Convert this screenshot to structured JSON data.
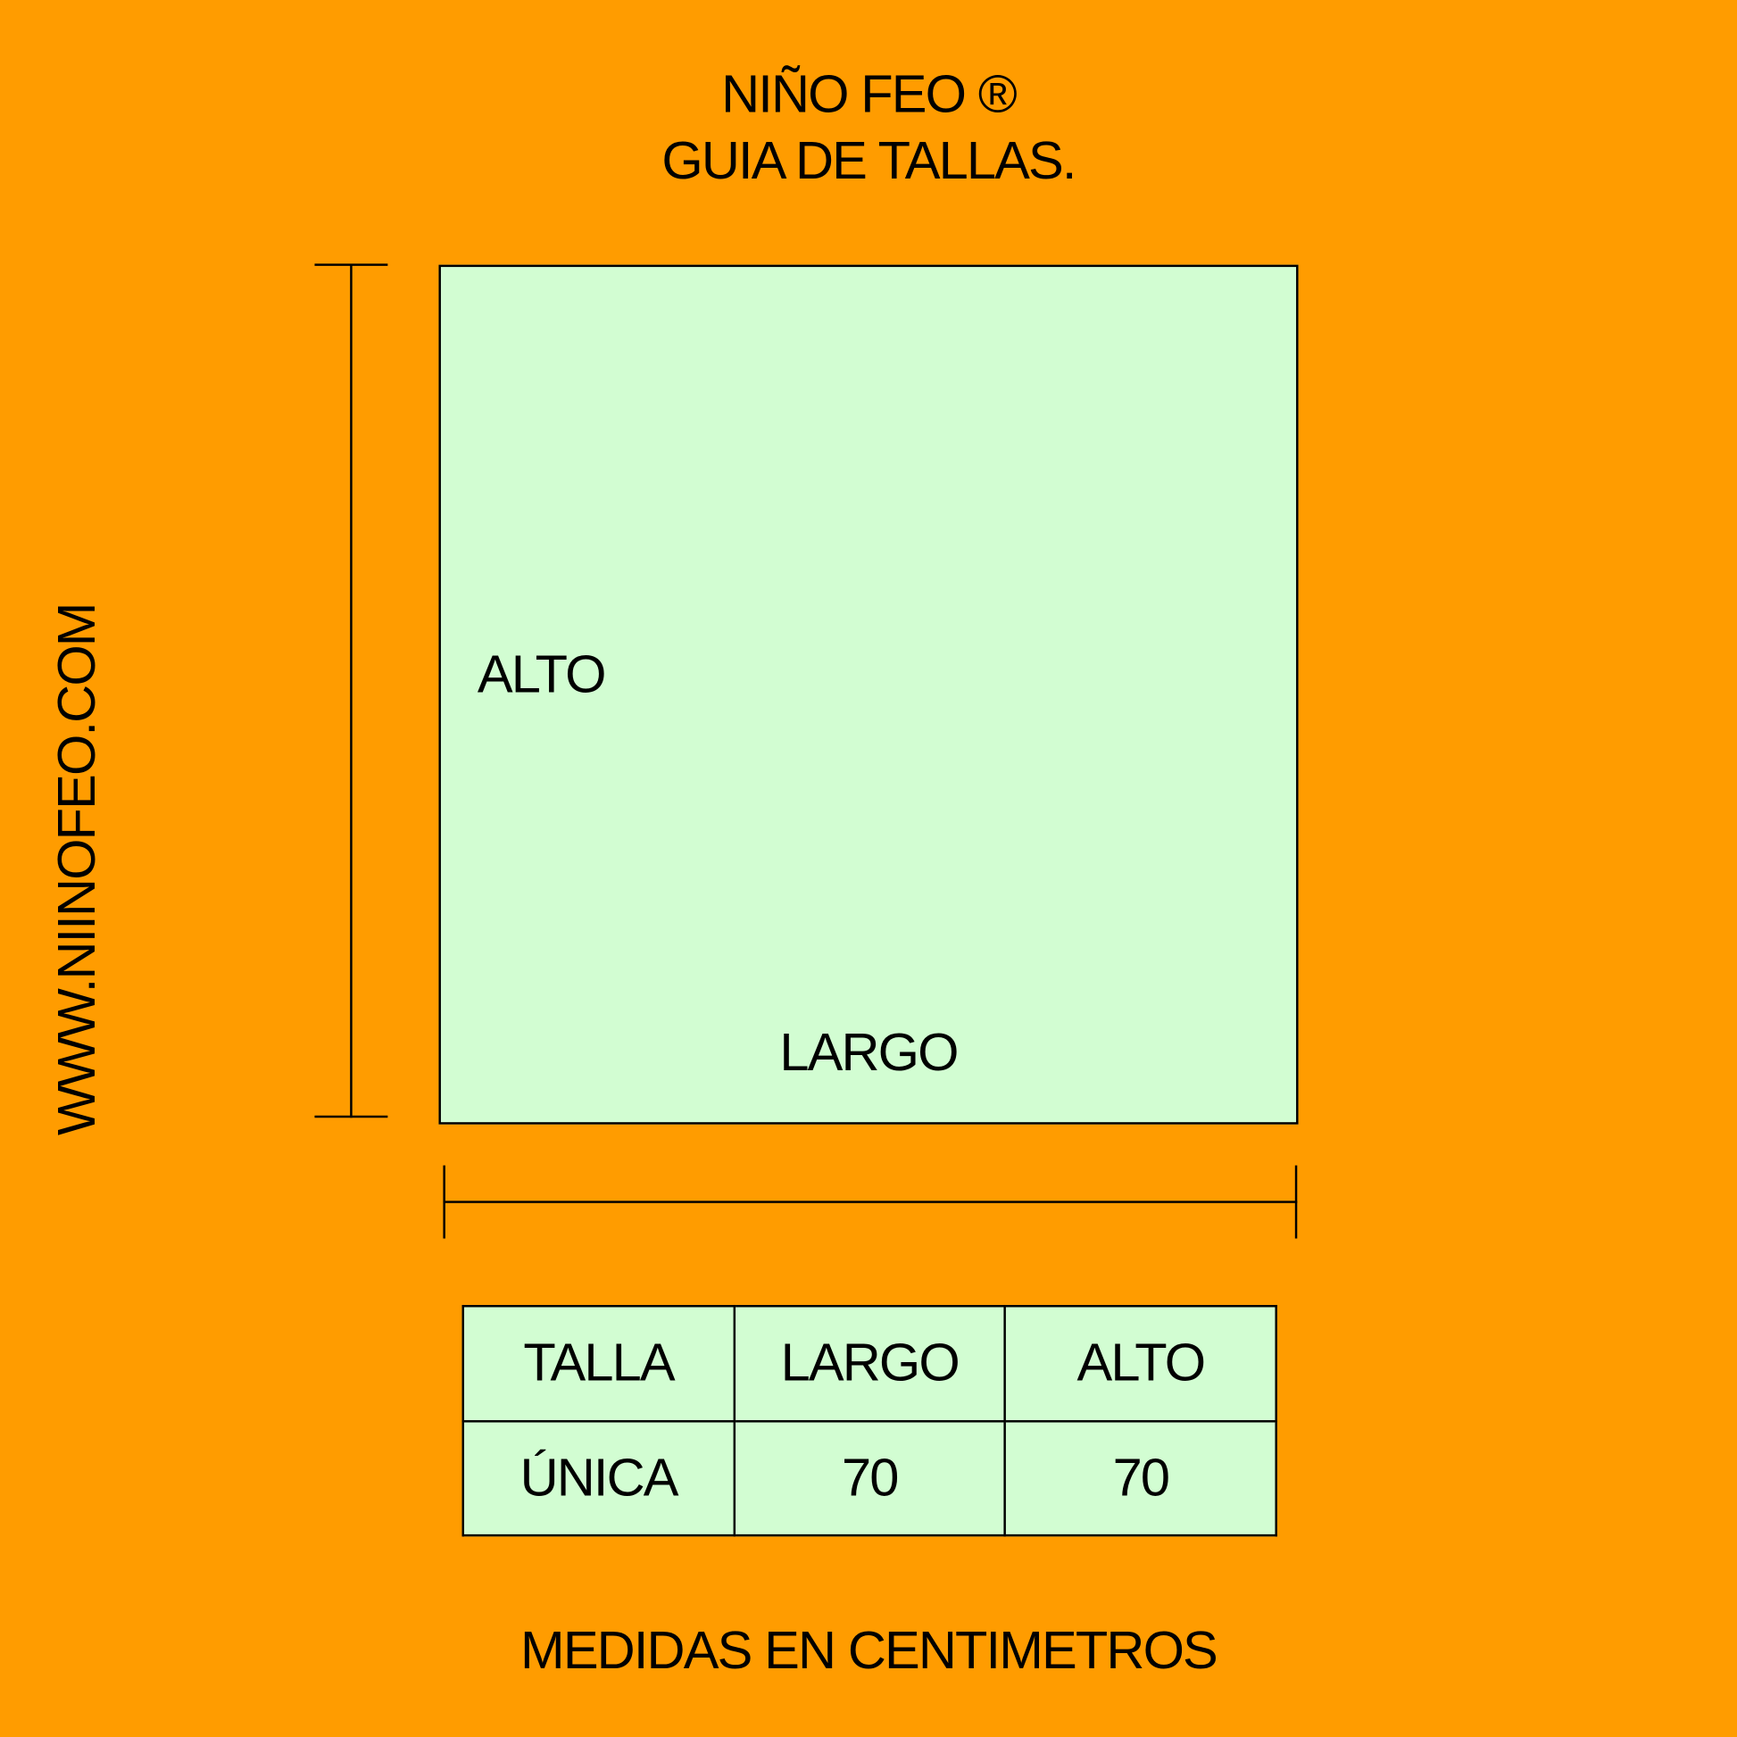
{
  "header": {
    "brand": "NIÑO FEO ®",
    "subtitle": "GUIA DE TALLAS."
  },
  "side_text": "WWW.NIINOFEO.COM",
  "diagram": {
    "height_label": "ALTO",
    "width_label": "LARGO"
  },
  "table": {
    "headers": [
      "TALLA",
      "LARGO",
      "ALTO"
    ],
    "rows": [
      [
        "ÚNICA",
        "70",
        "70"
      ]
    ]
  },
  "footer": "MEDIDAS EN CENTIMETROS",
  "colors": {
    "background": "#ff9c00",
    "panel": "#d2fdd2"
  }
}
